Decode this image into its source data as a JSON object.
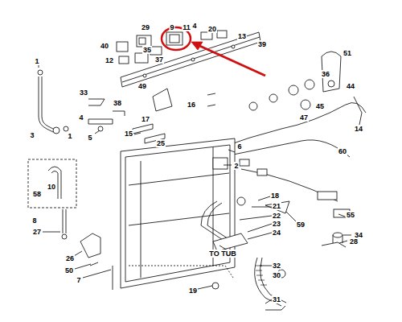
{
  "diagram": {
    "labels": [
      "29",
      "9",
      "4",
      "20",
      "13",
      "39",
      "35",
      "11",
      "40",
      "37",
      "12",
      "51",
      "1",
      "36",
      "44",
      "49",
      "33",
      "38",
      "16",
      "45",
      "47",
      "4",
      "17",
      "14",
      "3",
      "1",
      "5",
      "15",
      "25",
      "6",
      "60",
      "2",
      "10",
      "58",
      "18",
      "21",
      "22",
      "8",
      "27",
      "59",
      "55",
      "23",
      "24",
      "34",
      "28",
      "26",
      "TO TUB",
      "32",
      "30",
      "50",
      "7",
      "19",
      "31"
    ]
  }
}
